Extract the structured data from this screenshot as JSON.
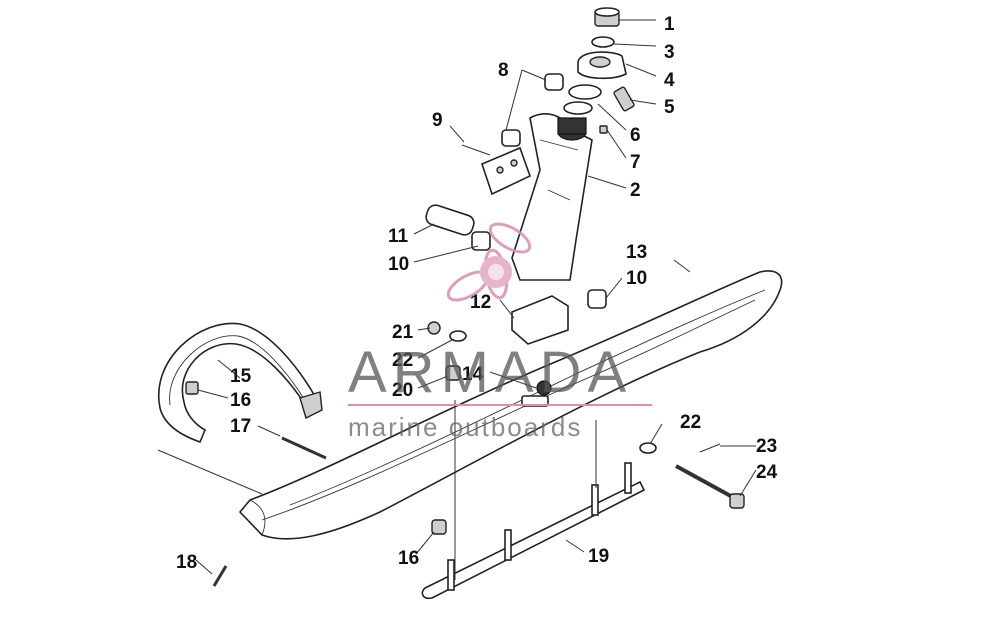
{
  "callouts": {
    "c1": "1",
    "c2": "2",
    "c3": "3",
    "c4": "4",
    "c5": "5",
    "c6": "6",
    "c7": "7",
    "c8": "8",
    "c9": "9",
    "c10a": "10",
    "c10b": "10",
    "c11": "11",
    "c12": "12",
    "c13": "13",
    "c14": "14",
    "c15": "15",
    "c16a": "16",
    "c16b": "16",
    "c17": "17",
    "c18": "18",
    "c19": "19",
    "c20": "20",
    "c21": "21",
    "c22a": "22",
    "c22b": "22",
    "c23": "23",
    "c24": "24"
  },
  "watermark": {
    "title": "ARMADA",
    "subtitle": "marine outboards",
    "accent_color": "#d98fb5"
  }
}
